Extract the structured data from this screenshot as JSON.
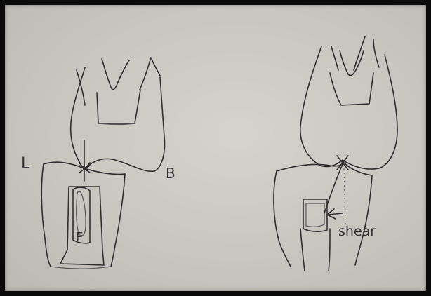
{
  "labels": {
    "lingual": "L",
    "buccal": "B",
    "force": "F",
    "shear": "shear"
  },
  "colors": {
    "paper": "#c9c6c0",
    "pencil": "#2f2f33",
    "frame": "#0a0a0a"
  }
}
